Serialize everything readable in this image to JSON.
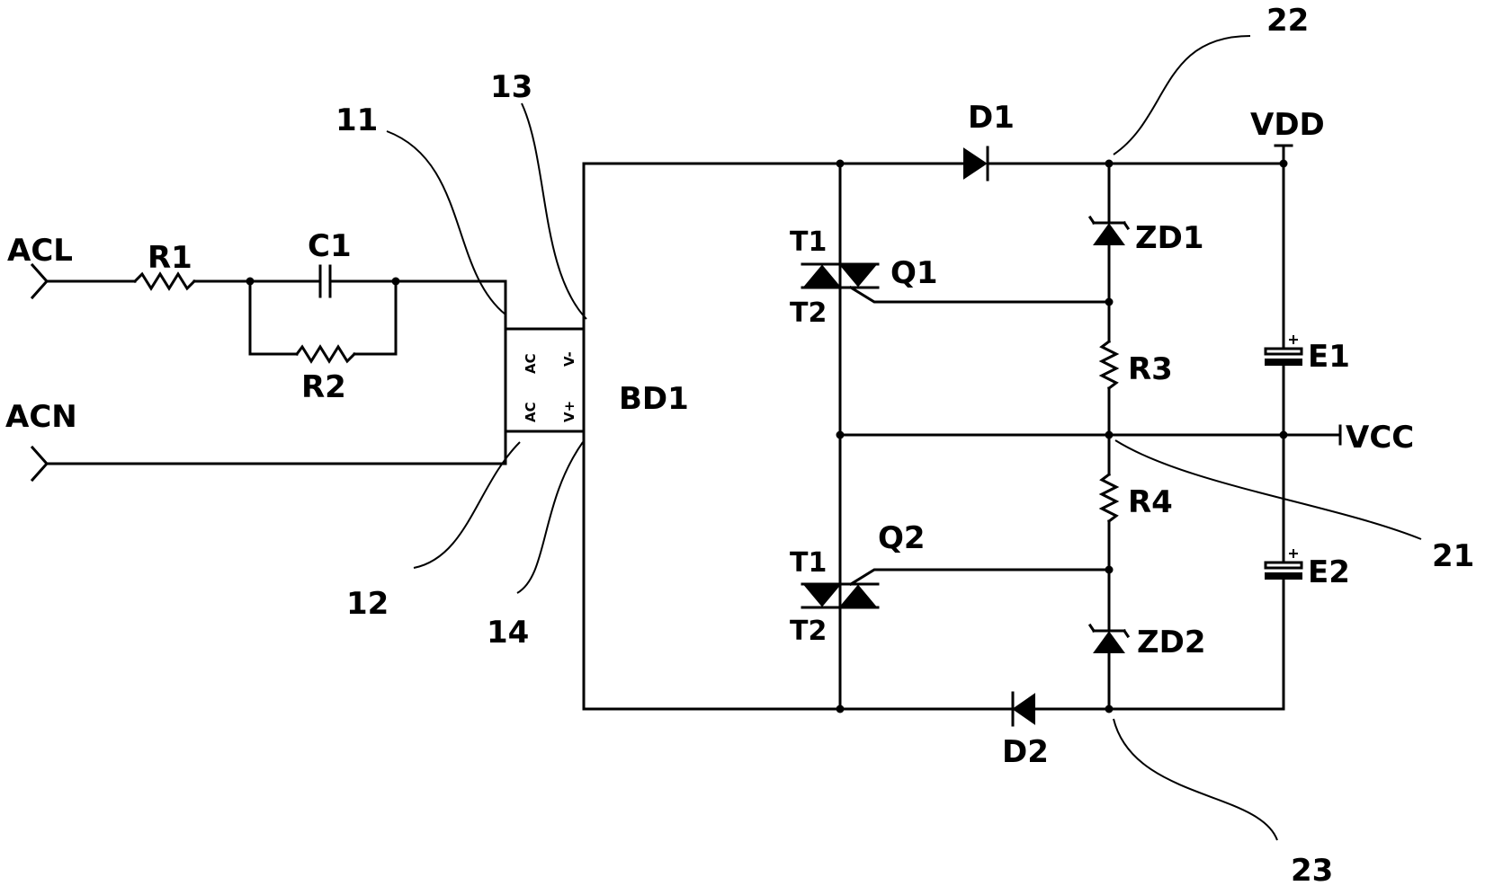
{
  "labels": {
    "acl": "ACL",
    "acn": "ACN",
    "r1": "R1",
    "c1": "C1",
    "r2": "R2",
    "bd1": "BD1",
    "bd1_pin_ac_top": "AC",
    "bd1_pin_ac_bottom": "AC",
    "bd1_pin_vminus": "V-",
    "bd1_pin_vplus": "V+",
    "d1": "D1",
    "d2": "D2",
    "q1": "Q1",
    "q2": "Q2",
    "q1_t1": "T1",
    "q1_t2": "T2",
    "q2_t1": "T1",
    "q2_t2": "T2",
    "zd1": "ZD1",
    "zd2": "ZD2",
    "r3": "R3",
    "r4": "R4",
    "e1": "E1",
    "e2": "E2",
    "vdd": "VDD",
    "vcc": "VCC"
  },
  "callouts": {
    "n11": "11",
    "n12": "12",
    "n13": "13",
    "n14": "14",
    "n21": "21",
    "n22": "22",
    "n23": "23"
  }
}
